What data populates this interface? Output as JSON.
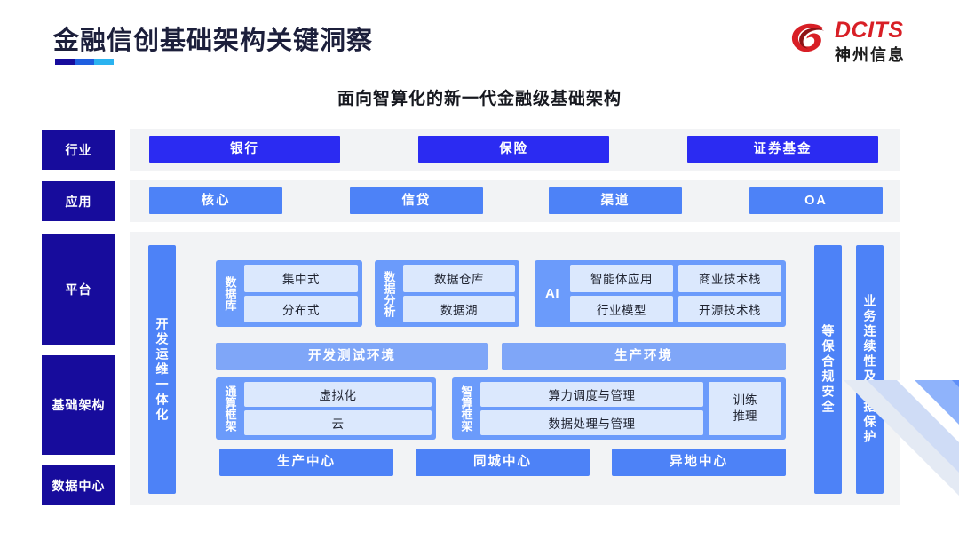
{
  "header": {
    "title": "金融信创基础架构关键洞察",
    "rule_colors": [
      "#170c9c",
      "#1f5fe0",
      "#2bb3f0"
    ],
    "logo": {
      "mark": "dcits-swirl-icon",
      "english": "DCITS",
      "chinese": "神州信息",
      "red": "#d81f26"
    }
  },
  "subtitle": "面向智算化的新一代金融级基础架构",
  "sidebar": {
    "items": [
      {
        "label": "行业"
      },
      {
        "label": "应用"
      },
      {
        "label": "平台"
      },
      {
        "label": "基础架构"
      },
      {
        "label": "数据中心"
      }
    ]
  },
  "industry": {
    "buttons": [
      {
        "label": "银行"
      },
      {
        "label": "保险"
      },
      {
        "label": "证券基金"
      }
    ]
  },
  "application": {
    "buttons": [
      {
        "label": "核心"
      },
      {
        "label": "信贷"
      },
      {
        "label": "渠道"
      },
      {
        "label": "OA"
      }
    ]
  },
  "rails": {
    "devops": "开发运维一体化",
    "compliance": "等保合规安全",
    "continuity": "业务连续性及数据保护"
  },
  "platform": {
    "groups": [
      {
        "label": "数据库",
        "orientation": "vertical",
        "rows": [
          [
            "集中式"
          ],
          [
            "分布式"
          ]
        ]
      },
      {
        "label": "数据分析",
        "orientation": "vertical",
        "rows": [
          [
            "数据仓库"
          ],
          [
            "数据湖"
          ]
        ]
      },
      {
        "label": "AI",
        "orientation": "horizontal",
        "rows": [
          [
            "智能体应用",
            "商业技术栈"
          ],
          [
            "行业模型",
            "开源技术栈"
          ]
        ]
      }
    ],
    "env_bars": [
      {
        "label": "开发测试环境"
      },
      {
        "label": "生产环境"
      }
    ]
  },
  "infrastructure": {
    "groups": [
      {
        "label": "通算框架",
        "rows": [
          [
            "虚拟化"
          ],
          [
            "云"
          ]
        ],
        "side": null
      },
      {
        "label": "智算框架",
        "rows": [
          [
            "算力调度与管理"
          ],
          [
            "数据处理与管理"
          ]
        ],
        "side": "训练\n推理"
      }
    ]
  },
  "datacenter": {
    "bars": [
      {
        "label": "生产中心"
      },
      {
        "label": "同城中心"
      },
      {
        "label": "异地中心"
      }
    ]
  },
  "colors": {
    "navy": "#170c9c",
    "industry_blue": "#2b2bf2",
    "app_blue": "#4d82f7",
    "group_blue": "#6b9bfb",
    "cell_blue": "#dbe8fd",
    "panel_grey": "#f2f3f5",
    "env_blue": "#7fa6f8"
  }
}
